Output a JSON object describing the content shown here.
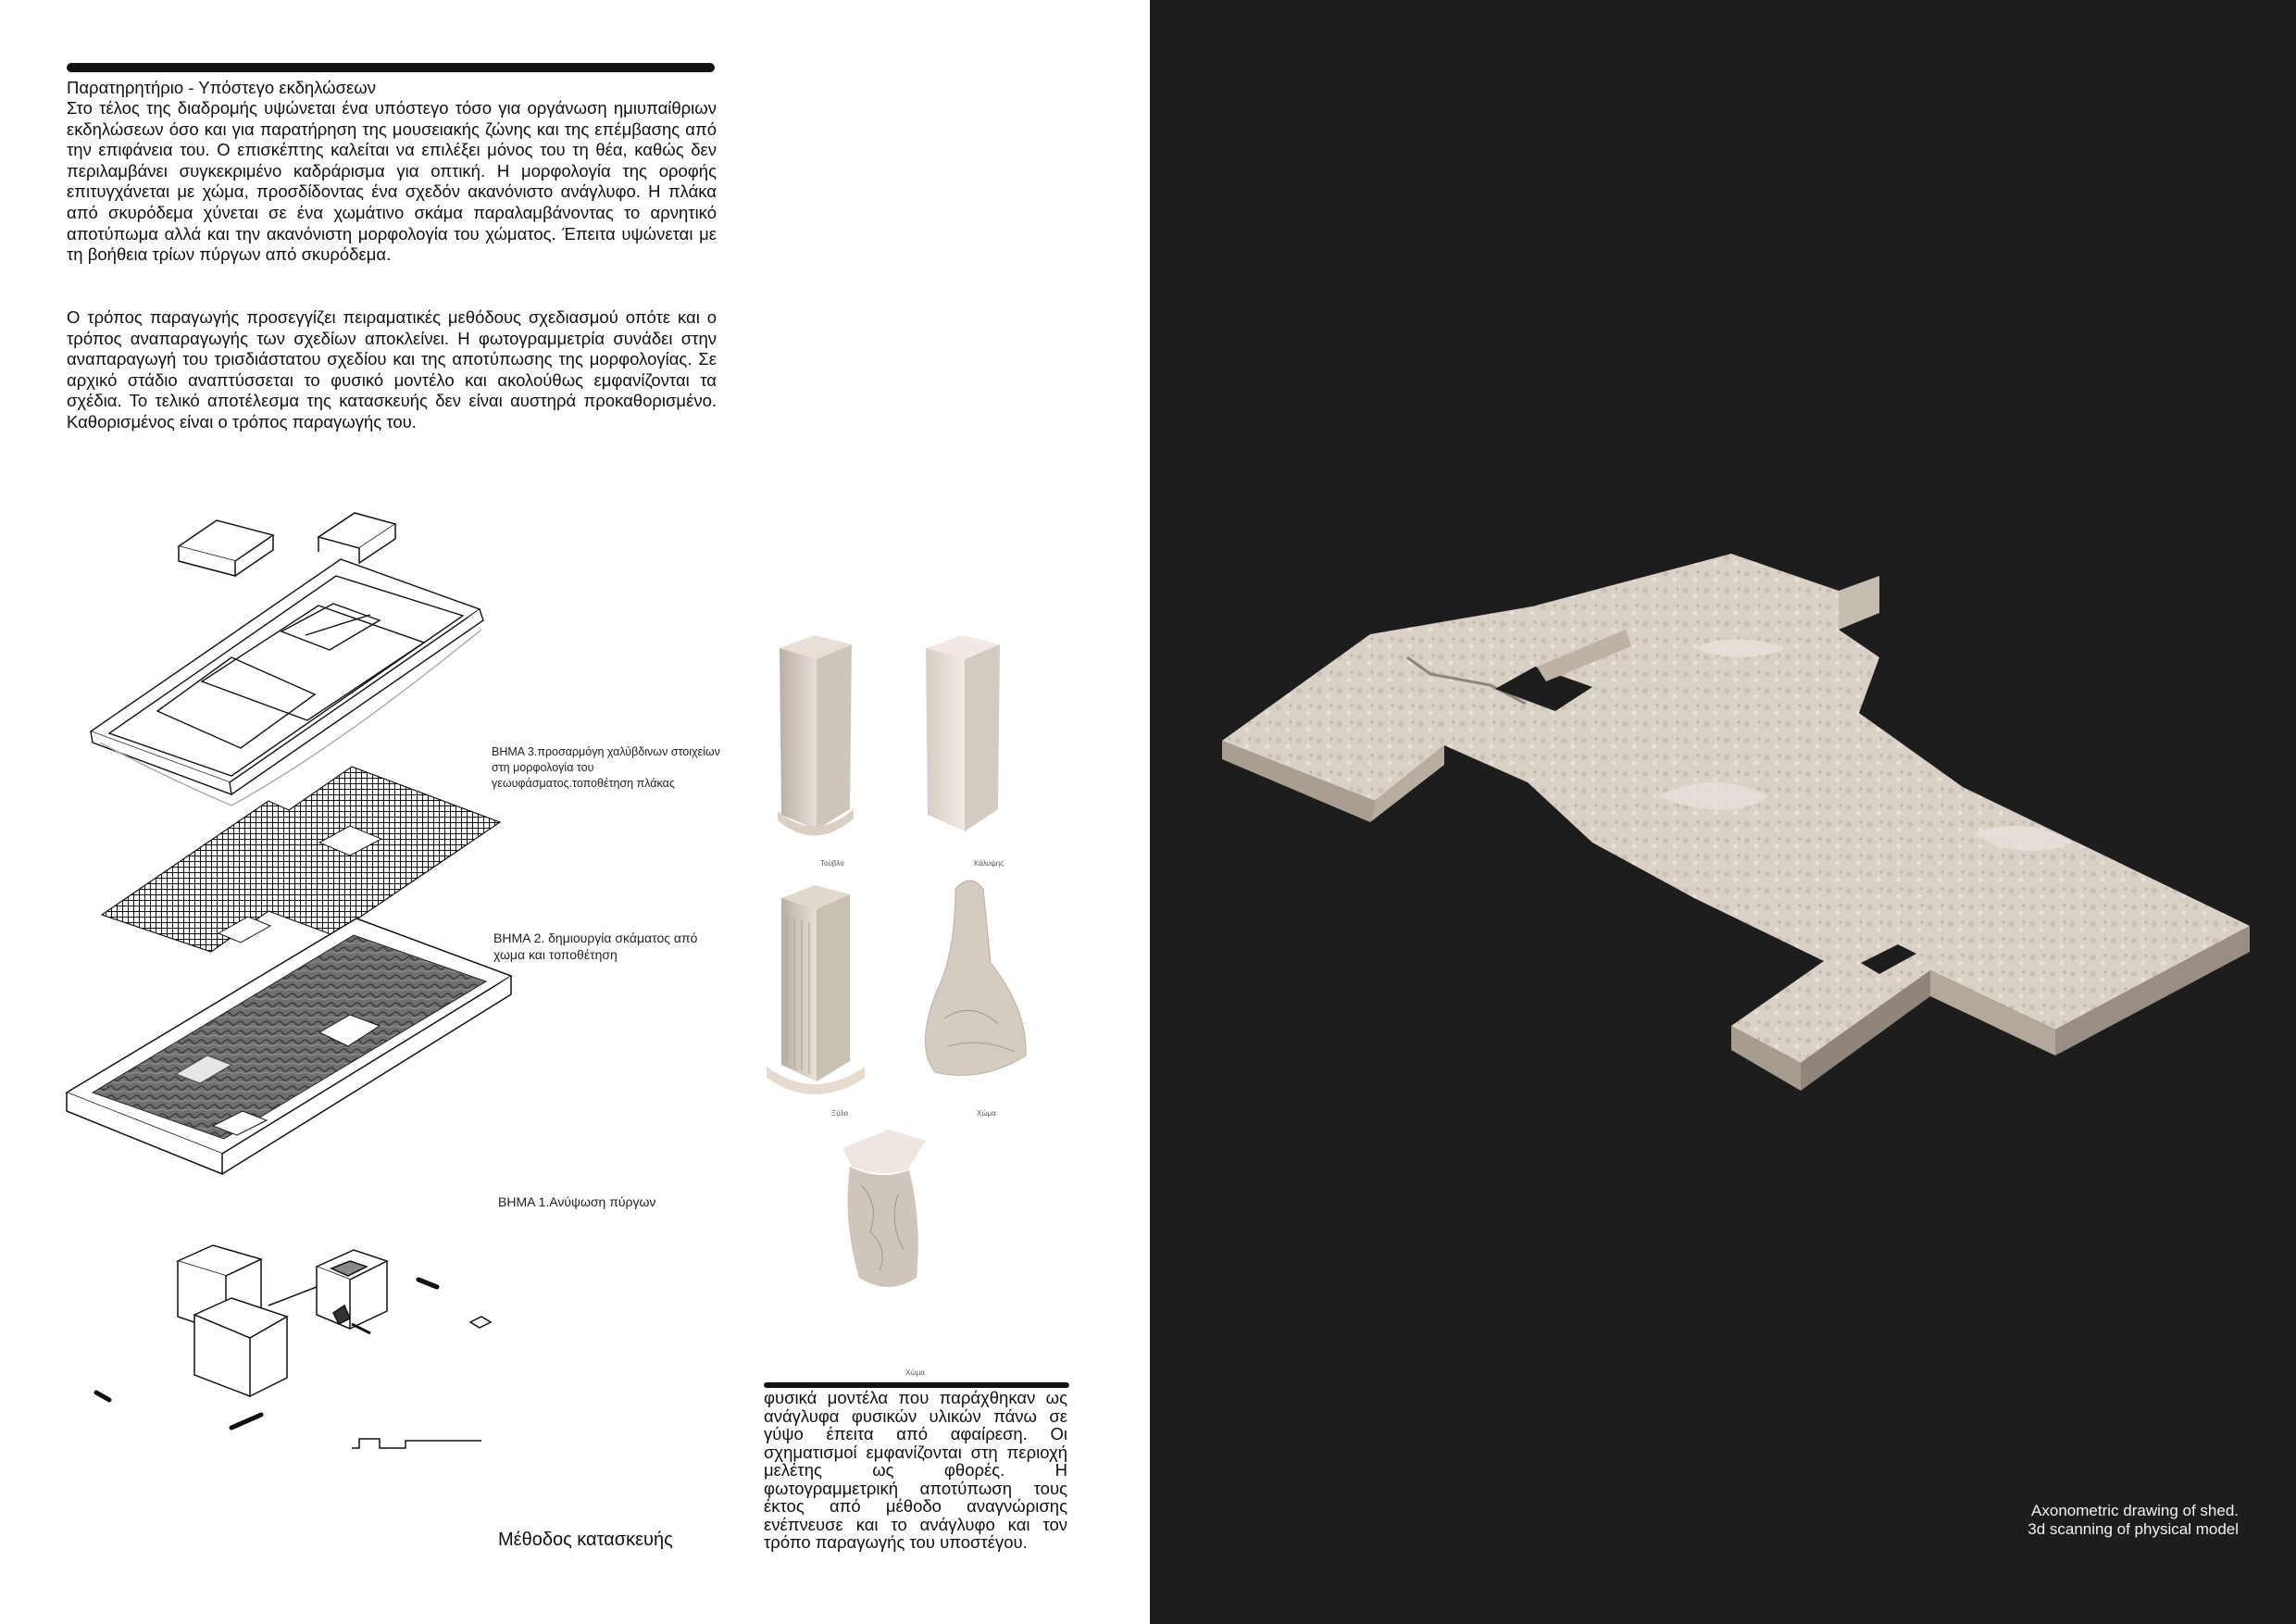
{
  "intro": {
    "title": "Παρατηρητήριο - Υπόστεγο εκδηλώσεων",
    "p1": "Στο τέλος της διαδρομής υψώνεται ένα υπόστεγο τόσο για οργάνωση ημιυπαίθριων εκδηλώσεων όσο και για παρατήρηση της μουσειακής ζώνης και της επέμβασης από την επιφάνεια του. Ο επισκέπτης καλείται να επιλέξει μόνος του τη θέα, καθώς δεν περιλαμβάνει συγκεκριμένο καδράρισμα για οπτική. Η μορφολογία της οροφής επιτυγχάνεται με χώμα, προσδίδοντας ένα σχεδόν ακανόνιστο ανάγλυφο. Η πλάκα από σκυρόδεμα χύνεται σε ένα χωμάτινο σκάμα παραλαμβάνοντας το αρνητικό αποτύπωμα αλλά και την ακανόνιστη μορφολογία του χώματος. Έπειτα υψώνεται με τη βοήθεια τρίων πύργων από σκυρόδεμα.",
    "p2": "Ο τρόπος παραγωγής προσεγγίζει πειραματικές μεθόδους σχεδιασμού οπότε και ο τρόπος αναπαραγωγής των σχεδίων αποκλείνει. Η φωτογραμμετρία συνάδει στην αναπαραγωγή του τρισδιάστατου σχεδίου και της αποτύπωσης της μορφολογίας.  Σε αρχικό στάδιο αναπτύσσεται το φυσικό μοντέλο και ακολούθως εμφανίζονται τα σχέδια. Το τελικό αποτέλεσμα της κατασκευής δεν είναι αυστηρά προκαθορισμένο. Καθορισμένος είναι ο τρόπος παραγωγής του."
  },
  "steps": {
    "step3": "ΒΗΜΑ 3.προσαρμόγη χαλύβδινων στοιχείων στη μορφολογία  του γεωυφάσματος.τοποθέτηση πλάκας",
    "step2": "ΒΗΜΑ 2.  δημιουργία σκάματος από χωμα και τοποθέτηση",
    "step1": "ΒΗΜΑ 1.Ανύψωση πύργων"
  },
  "method_title": "Μέθοδος κατασκευής",
  "samples": {
    "captions": [
      "Τούβλο",
      "Κάλυψης",
      "Ξύλο",
      "Χώμα",
      "Χώμα"
    ]
  },
  "side_text": "φυσικά μοντέλα που παράχθηκαν ως ανάγλυφα φυσικών υλικών πάνω σε γύψο έπειτα από αφαίρεση. Οι σχηματισμοί εμφανίζονται στη περιοχή μελέτης ως φθορές. Η φωτογραμμετρική αποτύπωση τους έκτος από μέθοδο αναγνώρισης ενέπνευσε και το ανάγλυφο και τον τρόπο παραγωγής του υποστέγου.",
  "scan_caption": {
    "line1": "Axonometric   drawing of shed.",
    "line2": "3d scanning of physical model"
  },
  "colors": {
    "right_bg": "#1d1d1d",
    "model": "#d8d0c6"
  }
}
